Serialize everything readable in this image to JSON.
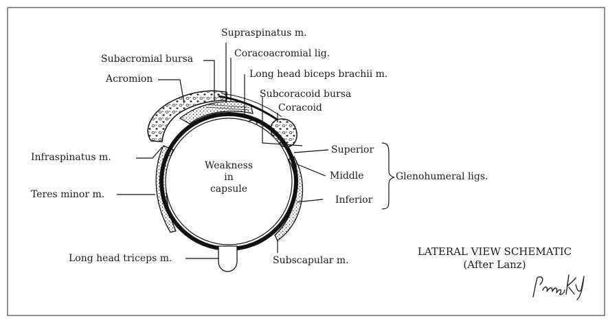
{
  "diagram": {
    "labels": {
      "supraspinatus": "Supraspinatus m.",
      "subacromial_bursa": "Subacromial bursa",
      "coracoacromial_lig": "Coracoacromial lig.",
      "long_head_biceps": "Long head biceps brachii m.",
      "acromion": "Acromion",
      "subcoracoid_bursa": "Subcoracoid bursa",
      "coracoid": "Coracoid",
      "superior": "Superior",
      "middle": "Middle",
      "inferior": "Inferior",
      "glenohumeral_ligs": "Glenohumeral ligs.",
      "infraspinatus": "Infraspinatus m.",
      "teres_minor": "Teres minor m.",
      "long_head_triceps": "Long head triceps m.",
      "subscapular": "Subscapular m.",
      "weakness_line1": "Weakness",
      "weakness_line2": "in",
      "weakness_line3": "capsule"
    },
    "caption": {
      "title": "LATERAL VIEW SCHEMATIC",
      "subtitle": "(After Lanz)",
      "signature": "Pansky"
    }
  }
}
